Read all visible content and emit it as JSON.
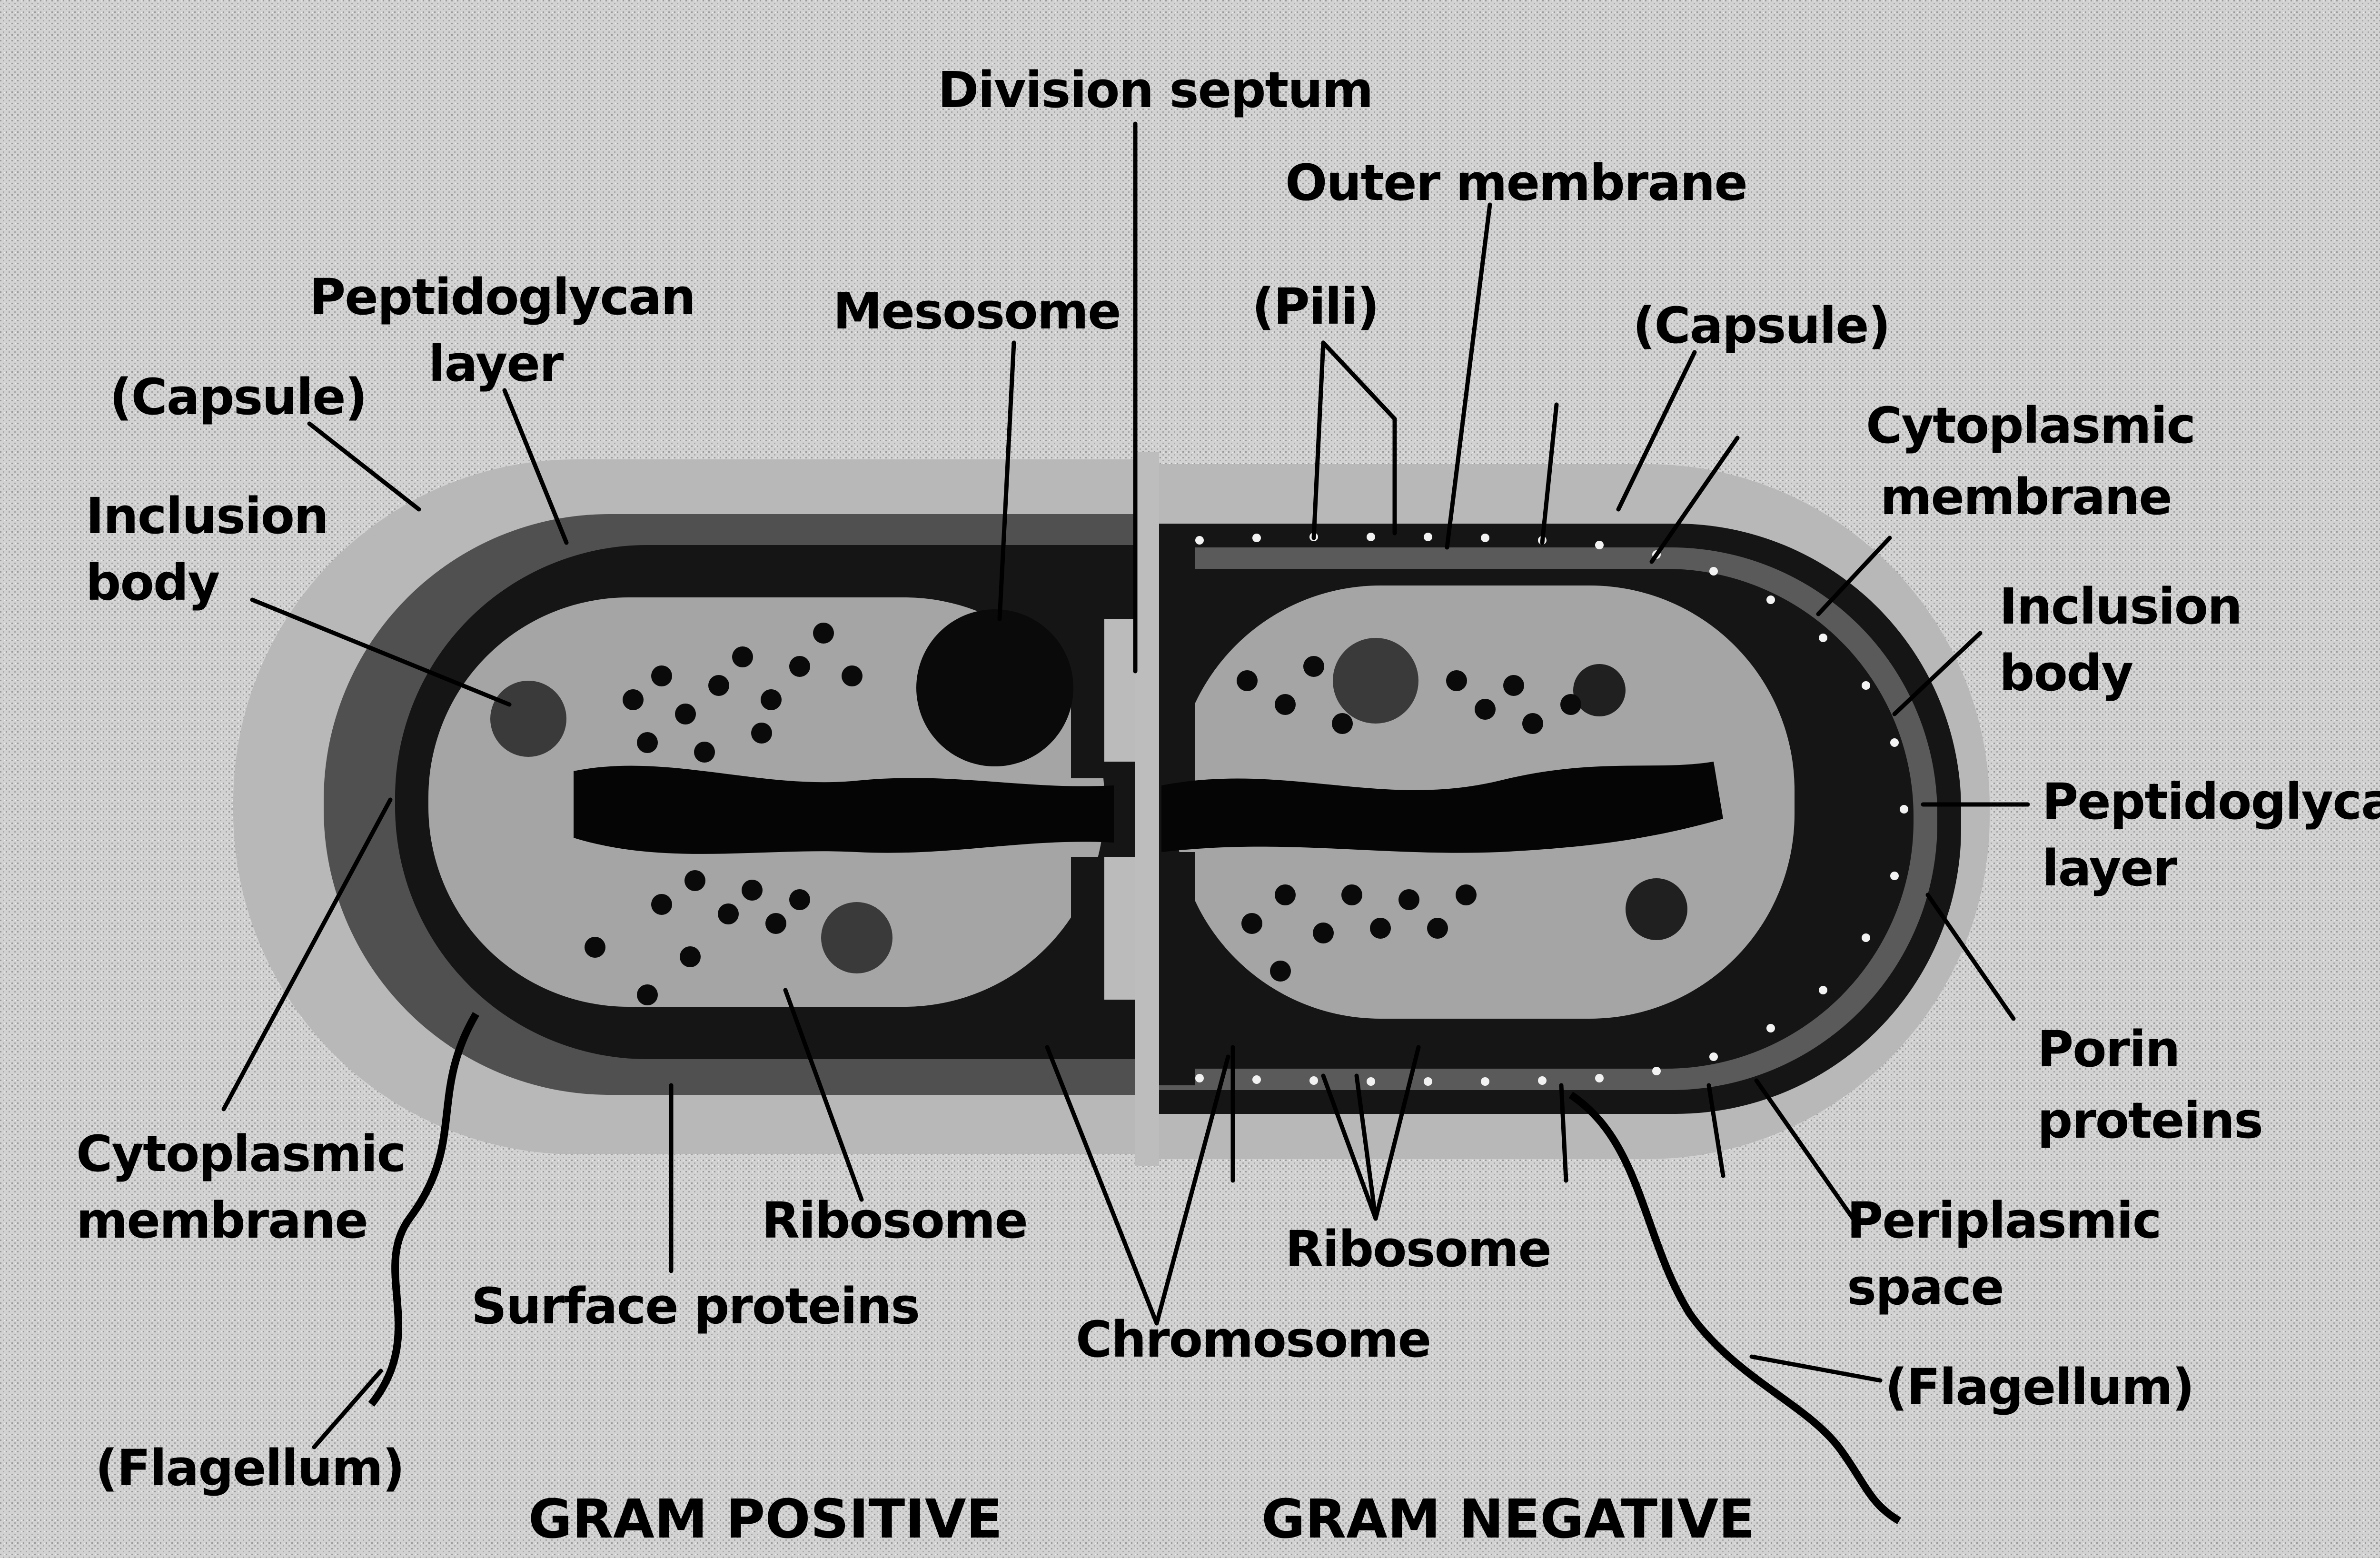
{
  "diagram": {
    "labels": {
      "division_septum": "Division septum",
      "outer_membrane": "Outer membrane",
      "pili": "(Pili)",
      "mesosome": "Mesosome",
      "capsule_right": "(Capsule)",
      "peptidoglycan_left_1": "Peptidoglycan",
      "peptidoglycan_left_2": "layer",
      "capsule_left": "(Capsule)",
      "cytoplasmic_right_1": "Cytoplasmic",
      "cytoplasmic_right_2": "membrane",
      "inclusion_left_1": "Inclusion",
      "inclusion_left_2": "body",
      "inclusion_right_1": "Inclusion",
      "inclusion_right_2": "body",
      "peptidoglycan_right_1": "Peptidoglycan",
      "peptidoglycan_right_2": "layer",
      "porin_1": "Porin",
      "porin_2": "proteins",
      "cytoplasmic_left_1": "Cytoplasmic",
      "cytoplasmic_left_2": "membrane",
      "ribosome_left": "Ribosome",
      "ribosome_right": "Ribosome",
      "periplasmic_1": "Periplasmic",
      "periplasmic_2": "space",
      "surface_proteins": "Surface proteins",
      "chromosome": "Chromosome",
      "flagellum_right": "(Flagellum)",
      "flagellum_left": "(Flagellum)"
    },
    "captions": {
      "gram_positive": "GRAM POSITIVE",
      "gram_negative": "GRAM NEGATIVE"
    }
  }
}
